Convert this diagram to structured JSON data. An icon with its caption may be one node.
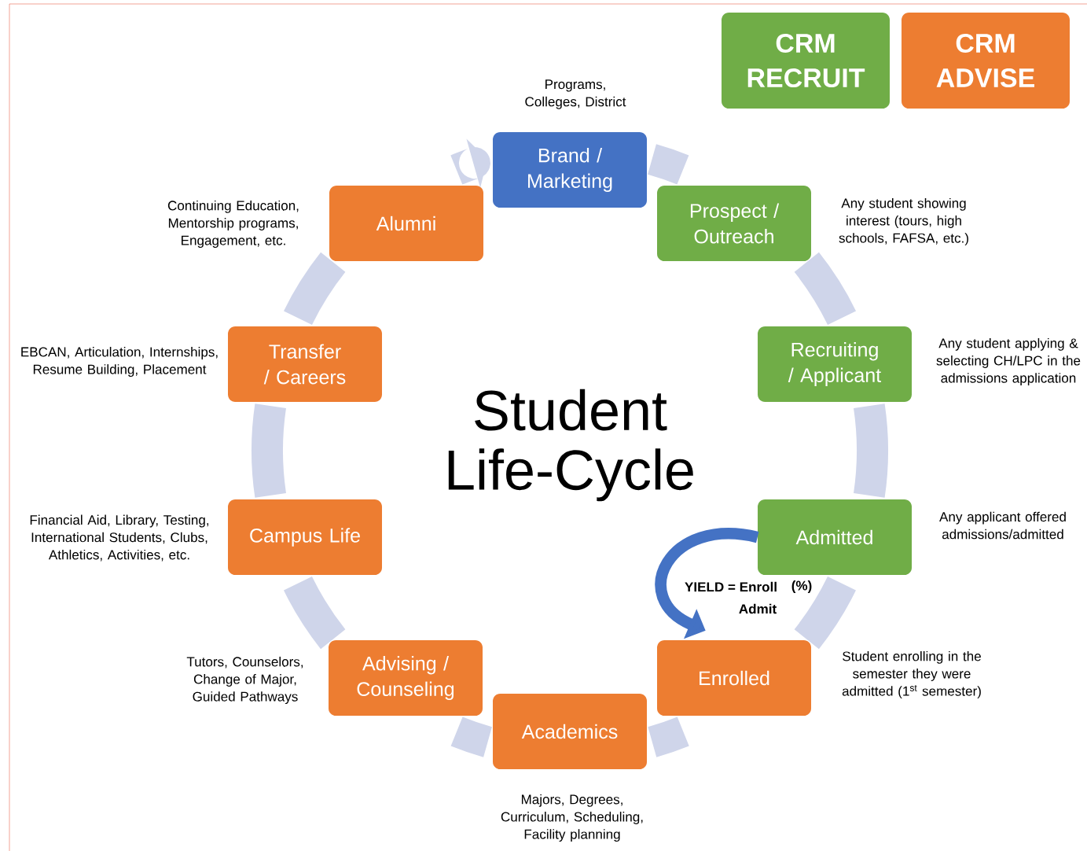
{
  "diagram": {
    "title": "Student Life-Cycle",
    "nodes": [
      {
        "text": [
          "CRM RECRUIT"
        ]
      },
      {
        "text": [
          "CRM ADVISE"
        ]
      },
      {
        "text": [
          "Brand / Marketing"
        ],
        "beside": [
          "Programs, Colleges, District"
        ]
      },
      {
        "text": [
          "Alumni"
        ],
        "beside": [
          "Continuing Education, Mentorship programs, Engagement, etc."
        ]
      },
      {
        "text": [
          "Prospect / Outreach"
        ],
        "beside": [
          "Any student showing interest (tours, high schools, FAFSA, etc.)"
        ]
      },
      {
        "text": [
          "Transfer / Careers"
        ],
        "beside": [
          "EBCAN, Articulation, Internships, Resume Building, Placement"
        ]
      },
      {
        "text": [
          "Recruiting / Applicant"
        ],
        "beside": [
          "Any student applying & selecting CH/LPC in the admissions application"
        ]
      },
      {
        "text": [
          "Campus Life"
        ],
        "beside": [
          "Financial Aid, Library, Testing, International Students, Clubs, Athletics, Activities, etc."
        ]
      },
      {
        "text": [
          "Admitted"
        ],
        "beside": [
          "Any applicant offered admissions/admitted"
        ]
      },
      {
        "text": [
          "Advising / Counseling"
        ],
        "beside": [
          "Tutors, Counselors, Change of Major, Guided Pathways"
        ]
      },
      {
        "text": [
          "Enrolled"
        ],
        "beside": [
          "Student enrolling in the semester they were admitted (1$^{st}$ semester)"
        ]
      },
      {
        "text": [
          "Academics"
        ],
        "beside": [
          "Majors, Degrees, Curriculum, Scheduling, Facility planning"
        ]
      }
    ],
    "edges": [
      {
        "from": 2,
        "to": 4,
        "arrow": "none"
      },
      {
        "from": 4,
        "to": 6,
        "arrow": "none"
      },
      {
        "from": 6,
        "to": 8,
        "arrow": "none"
      },
      {
        "from": 8,
        "to": 10,
        "arrow": "none"
      },
      {
        "from": 10,
        "to": 11,
        "arrow": "none"
      },
      {
        "from": 11,
        "to": 9,
        "arrow": "none"
      },
      {
        "from": 9,
        "to": 7,
        "arrow": "none"
      },
      {
        "from": 7,
        "to": 5,
        "arrow": "none"
      },
      {
        "from": 5,
        "to": 3,
        "arrow": "none"
      },
      {
        "from": 3,
        "to": 2,
        "arrow": "to"
      },
      {
        "from": 8,
        "to": 10,
        "arrow": "to",
        "color": "#4472c4"
      }
    ],
    "labels": [
      "YIELD = Enroll",
      "(%)",
      "Admit"
    ]
  }
}
